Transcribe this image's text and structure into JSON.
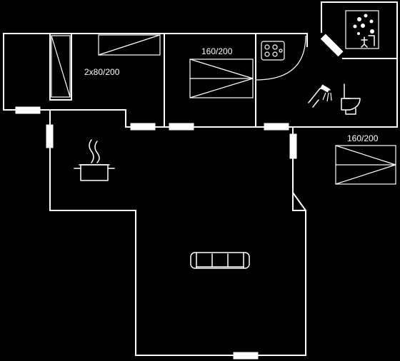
{
  "plan": {
    "background": "#000000",
    "line_color": "#ffffff",
    "labels": {
      "bedroom_left": "2x80/200",
      "bedroom_top": "160/200",
      "bedroom_right": "160/200"
    },
    "icons": [
      "cooking-pot-icon",
      "sofa-icon",
      "shower-icon",
      "toilet-icon",
      "hob-icon",
      "sauna-icon"
    ]
  }
}
